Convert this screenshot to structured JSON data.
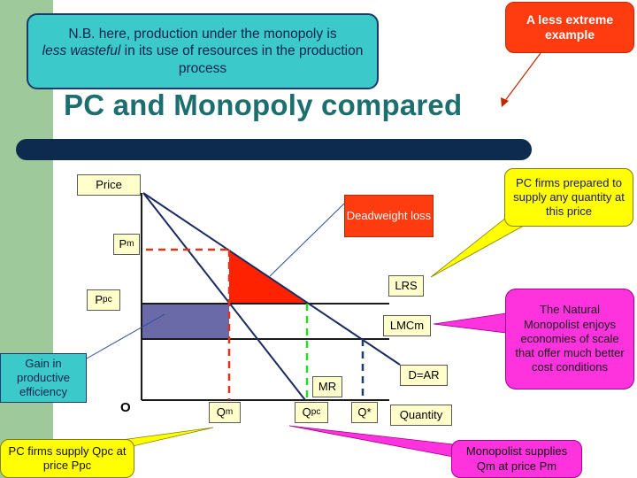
{
  "slide": {
    "title": "PC and Monopoly compared"
  },
  "notes": {
    "top_line1": "N.B. here, production under the monopoly is",
    "top_emph": "less wasteful",
    "top_line2": " in its use of resources in the production process",
    "extreme": "A less extreme example",
    "pc_supply": "PC firms prepared to supply any quantity at this price",
    "natural_monopolist": "The Natural Monopolist enjoys economies of scale that offer much better cost conditions",
    "gain": "Gain in productive efficiency",
    "pc_firms_supply": "PC firms supply Qpc at price Ppc",
    "monopolist_supplies": "Monopolist supplies Qm at price Pm",
    "deadweight": "Deadweight loss"
  },
  "labels": {
    "price": "Price",
    "pm_main": "P",
    "pm_sub": "m",
    "ppc_main": "P",
    "ppc_sub": "pc",
    "lrs": "LRS",
    "lmcm": "LMCm",
    "dar": "D=AR",
    "mr": "MR",
    "origin": "O",
    "qm_main": "Q",
    "qm_sub": "m",
    "qpc_main": "Q",
    "qpc_sub": "pc",
    "qstar": "Q*",
    "quantity": "Quantity"
  },
  "colors": {
    "sidebar": "#9ec99a",
    "title": "#1d6e6e",
    "bar": "#0d2a4f",
    "deadweight": "#ff2200",
    "gain_rect": "#6b6aa8",
    "dash_red": "#e0301e",
    "dash_green": "#22dd22",
    "dash_navy": "#1f3d6b"
  }
}
